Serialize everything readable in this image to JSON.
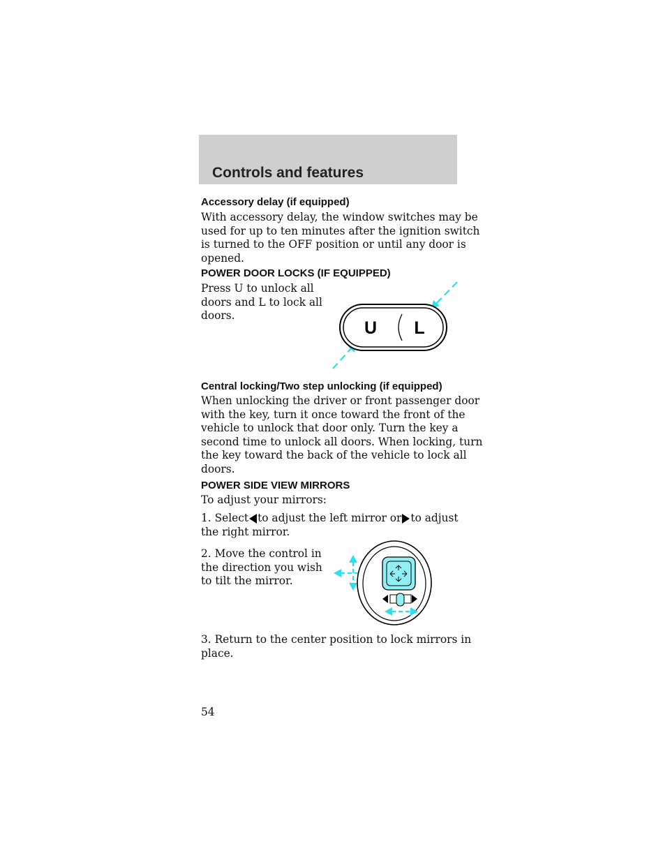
{
  "header": {
    "title": "Controls and features"
  },
  "accessory": {
    "heading": "Accessory delay (if equipped)",
    "lines": [
      "With accessory delay, the window switches may be",
      "used for up to ten minutes after the ignition switch",
      "is turned to the OFF position or until any door is",
      "opened."
    ]
  },
  "door_locks": {
    "heading": "POWER DOOR LOCKS (IF EQUIPPED)",
    "lines": [
      "Press U to unlock all",
      "doors and L to lock all",
      "doors."
    ],
    "switch": {
      "unlock_label": "U",
      "lock_label": "L"
    }
  },
  "central": {
    "heading": "Central locking/Two step unlocking (if equipped)",
    "lines": [
      "When unlocking the driver or front passenger door",
      "with the key, turn it once toward the front of the",
      "vehicle to unlock that door only. Turn the key a",
      "second time to unlock all doors. When locking, turn",
      "the key toward the back of the vehicle to lock all",
      "doors."
    ]
  },
  "mirrors": {
    "heading": "POWER SIDE VIEW MIRRORS",
    "intro": "To adjust your mirrors:",
    "step1": {
      "a": "1. Select",
      "b": "to adjust the left mirror or",
      "c": "to adjust",
      "line2": "the right mirror."
    },
    "step2_lines": [
      "2. Move the control in",
      "the direction you wish",
      "to tilt the mirror."
    ],
    "step3_lines": [
      "3. Return to the center position to lock mirrors in",
      "place."
    ]
  },
  "colors": {
    "accent": "#29e0ef",
    "header_band": "#cfcfcf"
  },
  "page_number": "54"
}
